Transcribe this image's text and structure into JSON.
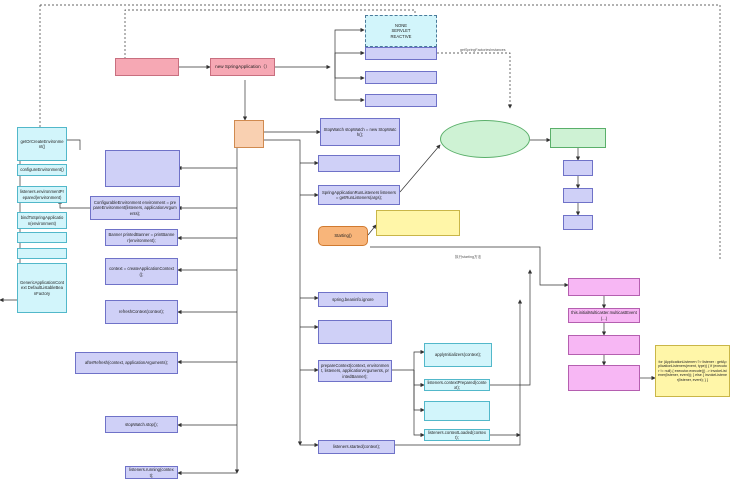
{
  "nodes": {
    "new_app": "new SpringApplication（）",
    "starting": "Starting()",
    "web_type_none": "NONE",
    "web_type_servlet": "SERVLET",
    "web_type_reactive": "REACTIVE",
    "stopwatch": "StopWatch stopWatch = new StopWatch();",
    "config_env": "ConfigurableEnvironment environment = prepareEnvironment(listeners, applicationArguments);",
    "get_listeners": "SpringApplicationRunListeners listeners = getRunListeners(args);",
    "print_banner": "Banner printedBanner = printBanner(environment);",
    "create_context": "context = createApplicationContext();",
    "refresh": "refreshContext(context);",
    "ignore": "spring.beaninfo.ignore",
    "after_refresh": "afterRefresh(context, applicationArguments);",
    "stopwatch_stop": "stopWatch.stop();",
    "started": "listeners.started(context);",
    "running": "listeners.running(context);",
    "prepare_context": "prepareContext(context, environment, listeners, applicationArguments, printedBanner);",
    "apply_init": "applyInitializers(context);",
    "ctx_prepared": "listeners.contextPrepared(context);",
    "ctx_loaded": "listeners.contextLoaded(context);",
    "default_env": "getOrCreateEnvironment()",
    "cfg_env": "configureEnvironment()",
    "listeners_env": "listeners.environmentPrepared(environment)",
    "bind": "bindToSpringApplication(environment)",
    "generic_ctx": "GenericApplicationContext DefaultListableBeanFactory",
    "multicast": "this.initialMulticaster.multicastEvent(...)",
    "code": "for (ApplicationListener<?> listener : getApplicationListeners(event, type)) {   if (executor != null) {     executor.execute(() -> invokeListener(listener, event));   }   else {     invokeListener(listener, event);   } }"
  },
  "labels": {
    "factories": "getSpringFactoriesInstances",
    "starting": "执行starting方法"
  }
}
